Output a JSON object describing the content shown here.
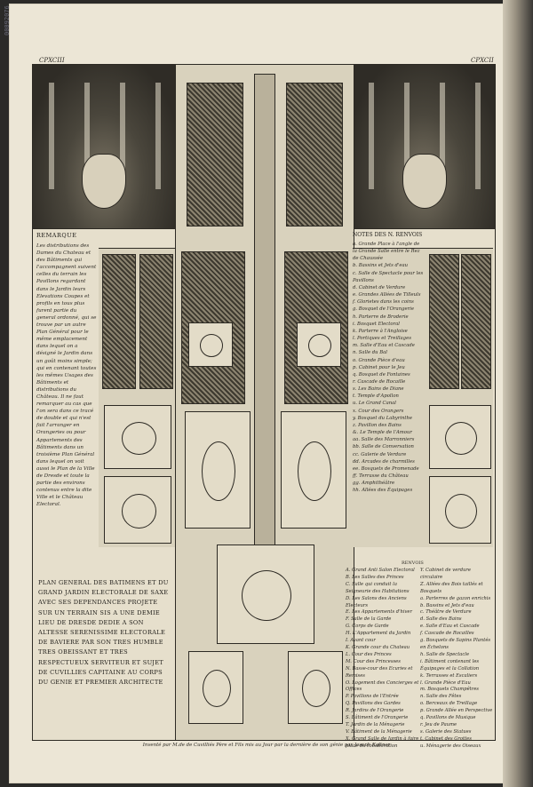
{
  "stamp": "00092076",
  "plate": {
    "page_left": "CPXCIII",
    "page_right": "CPXCII"
  },
  "remarque": {
    "title": "REMARQUE",
    "text": "Les distributions des Dames du Chateau et des Bâtiments qui l'accompagnent suivent celles du terrain les Pavillons regardant dans le Jardin leurs Elevations Coupes et profils en tous plus furent partie du general ordonné, qui se trouve par un autre Plan Général pour le même emplacement dans lequel on a désigné le Jardin dans un goût moins simple; qui en contenant toutes les mêmes Usages des Bâtiments et distributions du Château. Il ne faut remarquer au cas que l'on sera dans ce tracé de double et qui n'est fait l'arranger en Orangeries ou pour Appartements des Bâtiments dans un troisième Plan Général dans lequel on voit aussi le Plan de la Ville de Dresde et toute la partie des environs contenus entre la dite Ville et le Château Electoral."
  },
  "notes": {
    "title": "NOTES DES N. RENVOIS",
    "items": [
      "a. Grande Place à l'angle de la Grande Salle entre le Rez de Chaussée",
      "b. Bassins et Jets d'eau",
      "c. Salle de Spectacle pour les Pavillons",
      "d. Cabinet de Verdure",
      "e. Grandes Allées de Tilleuls",
      "f. Glorietes dans les coins",
      "g. Bosquet de l'Orangerie",
      "h. Parterre de Broderie",
      "i. Bosquet Electoral",
      "k. Parterre à l'Angloise",
      "l. Portiques et Treillages",
      "m. Salle d'Eau et Cascade",
      "n. Salle du Bal",
      "o. Grande Pièce d'eau",
      "p. Cabinet pour le Jeu",
      "q. Bosquet de Fontaines",
      "r. Cascade de Rocaille",
      "s. Les Bains de Diane",
      "t. Temple d'Apollon",
      "u. Le Grand Canal",
      "x. Cour des Orangers",
      "y. Bosquet du Labyrinthe",
      "z. Pavillon des Bains",
      "&. Le Temple de l'Amour",
      "aa. Salle des Marronniers",
      "bb. Salle de Conversation",
      "cc. Galerie de Verdure",
      "dd. Arcades de charmilles",
      "ee. Bosquets de Promenade",
      "ff. Terrasse du Château",
      "gg. Amphithéâtre",
      "hh. Allées des Équipages"
    ]
  },
  "title": {
    "text": "PLAN GENERAL DES BATIMENS ET DU GRAND JARDIN ELECTORALE DE SAXE AVEC SES DEPENDANCES PROJETE SUR UN TERRAIN SIS A UNE DEMIE LIEU DE DRESDE DEDIE A SON ALTESSE SERENISSIME ELECTORALE DE BAVIERE PAR SON TRES HUMBLE TRES OBEISSANT ET TRES RESPECTUEUX SERVITEUR ET SUJET DE CUVILLIES CAPITAINE AU CORPS DU GENIE ET PREMIER ARCHITECTE"
  },
  "legend": {
    "head": "RENVOIS",
    "left": [
      "A. Grand Anti Salon Electoral",
      "B. Les Salles des Princes",
      "C. Salle qui conduit la Seigneurie des Habitations",
      "D. Les Salons des Anciens Electeurs",
      "E. Les Appartements d'hiver",
      "F. Salle de la Garde",
      "G. Corps de Garde",
      "H. L'Appartement du Jardin",
      "I. Avant cour",
      "K. Grande cour du Chateau",
      "L. Cour des Princes",
      "M. Cour des Princesses",
      "N. Basse-cour des Ecuries et Remises",
      "O. Logement des Concierges et Offices",
      "P. Pavillons de l'Entrée",
      "Q. Pavillons des Gardes",
      "R. Jardins de l'Orangerie",
      "S. Bâtiment de l'Orangerie",
      "T. Jardin de la Ménagerie",
      "V. Bâtiment de la Ménagerie",
      "X. Grand Salle de Jardin à faire place de collaboration"
    ],
    "right": [
      "Y. Cabinet de verdure circulaire",
      "Z. Allées des Bois taillés et Bosquets",
      "a. Parterres de gazon enrichis",
      "b. Bassins et Jets d'eau",
      "c. Théâtre de Verdure",
      "d. Salle des Bains",
      "e. Salle d'Eau et Cascade",
      "f. Cascade de Rocailles",
      "g. Bosquets de Sapins Plantés en Échelons",
      "h. Salle de Spectacle",
      "i. Bâtiment contenant les Équipages et la Collation",
      "k. Terrasses et Escaliers",
      "l. Grande Pièce d'Eau",
      "m. Bosquets Champêtres",
      "n. Salle des Fêtes",
      "o. Berceaux de Treillage",
      "p. Grande Allée en Perspective",
      "q. Pavillons de Musique",
      "r. Jeu de Paume",
      "s. Galerie des Statues",
      "t. Cabinet des Grottes",
      "u. Ménagerie des Oiseaux"
    ]
  },
  "caption": "Inventé par M.de de Cuvilliés Père et Fils mis au Jour par la dernière de son génie par Joseph Kaltner"
}
